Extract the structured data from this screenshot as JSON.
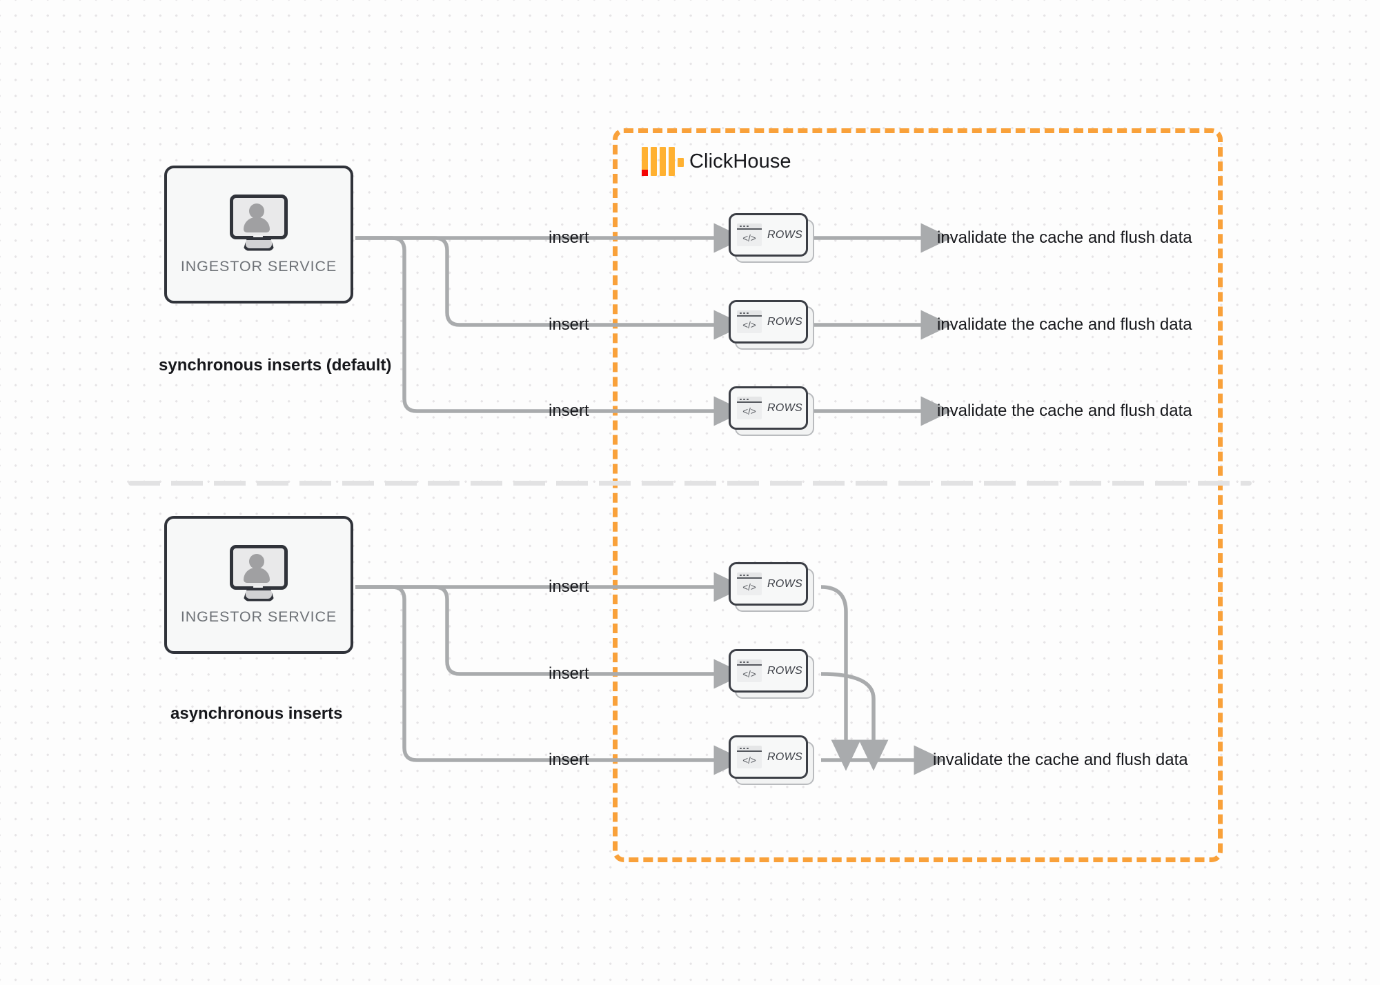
{
  "diagram": {
    "title": "ClickHouse synchronous vs asynchronous inserts",
    "colors": {
      "accent_orange": "#f9a13a",
      "logo_orange": "#ffb131",
      "logo_red": "#f40404",
      "wire_gray": "#a9abad",
      "node_border": "#30333a",
      "text_dark": "#17181c",
      "text_muted": "#6e7277",
      "divider_gray": "#e2e2e3",
      "background": "#fdfdfd"
    }
  },
  "clickhouse": {
    "brand_label": "ClickHouse",
    "logo_name": "clickhouse-logo"
  },
  "sections": [
    {
      "id": "synchronous",
      "caption": "synchronous inserts (default)",
      "source": {
        "label": "INGESTOR SERVICE",
        "icon": "monitor-user-icon"
      },
      "flows": [
        {
          "insert_label": "insert",
          "target_label": "ROWS",
          "outcome_label": "invalidate the cache and flush data"
        },
        {
          "insert_label": "insert",
          "target_label": "ROWS",
          "outcome_label": "invalidate the cache and flush data"
        },
        {
          "insert_label": "insert",
          "target_label": "ROWS",
          "outcome_label": "invalidate the cache and flush data"
        }
      ]
    },
    {
      "id": "asynchronous",
      "caption": "asynchronous inserts",
      "source": {
        "label": "INGESTOR SERVICE",
        "icon": "monitor-user-icon"
      },
      "flows": [
        {
          "insert_label": "insert",
          "target_label": "ROWS"
        },
        {
          "insert_label": "insert",
          "target_label": "ROWS"
        },
        {
          "insert_label": "insert",
          "target_label": "ROWS"
        }
      ],
      "merged_outcome_label": "invalidate the cache and flush data"
    }
  ]
}
